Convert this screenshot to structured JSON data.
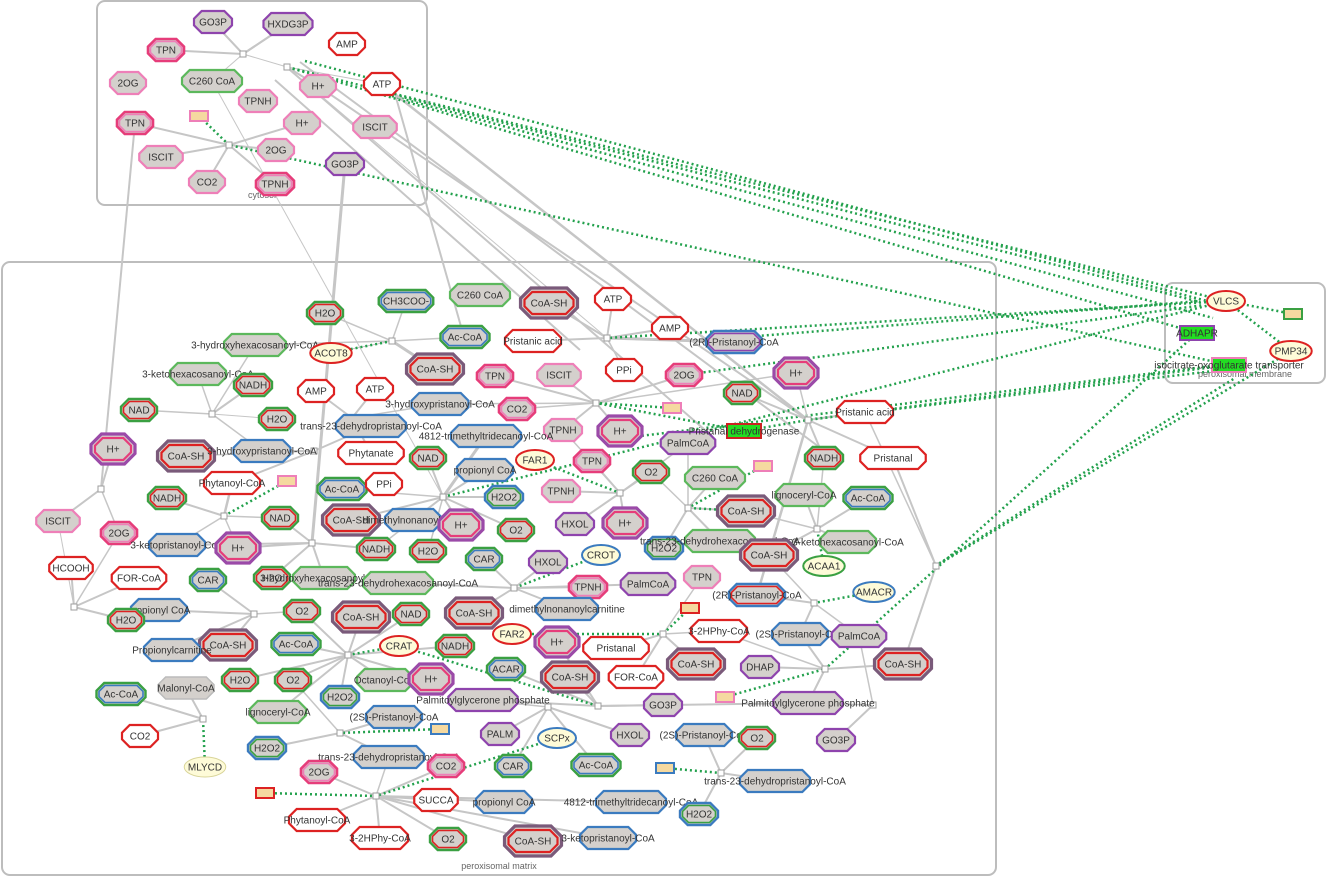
{
  "compartments": [
    {
      "id": "cytosol",
      "label": "cytosol"
    },
    {
      "id": "matrix",
      "label": "peroxisomal matrix"
    },
    {
      "id": "membrane",
      "label": "peroxisomal membrane"
    }
  ],
  "nodes": [
    {
      "id": "c1",
      "label": "GO3P",
      "cls": "pur"
    },
    {
      "id": "c2",
      "label": "HXDG3P",
      "cls": "pur"
    },
    {
      "id": "c3",
      "label": "TPN",
      "cls": "pinkred"
    },
    {
      "id": "c4",
      "label": "AMP",
      "cls": "red"
    },
    {
      "id": "c5",
      "label": "2OG",
      "cls": "pink"
    },
    {
      "id": "c6",
      "label": "C260 CoA",
      "cls": "green"
    },
    {
      "id": "c7",
      "label": "H+",
      "cls": "pink"
    },
    {
      "id": "c8",
      "label": "ATP",
      "cls": "red"
    },
    {
      "id": "c9",
      "label": "TPNH",
      "cls": "pink"
    },
    {
      "id": "c10",
      "label": "TPN",
      "cls": "pinkred"
    },
    {
      "id": "c11",
      "label": "H+",
      "cls": "pink"
    },
    {
      "id": "c12",
      "label": "ISCIT",
      "cls": "pink"
    },
    {
      "id": "c13",
      "label": "2OG",
      "cls": "pink"
    },
    {
      "id": "c14",
      "label": "ISCIT",
      "cls": "pink"
    },
    {
      "id": "c15",
      "label": "CO2",
      "cls": "pink"
    },
    {
      "id": "c16",
      "label": "TPNH",
      "cls": "pinkred"
    },
    {
      "id": "c17",
      "label": "GO3P",
      "cls": "pur"
    },
    {
      "id": "m1",
      "label": "H2O",
      "cls": "greenred"
    },
    {
      "id": "m2",
      "label": "CH3COO-",
      "cls": "bluegreen"
    },
    {
      "id": "m3",
      "label": "C260 CoA",
      "cls": "green"
    },
    {
      "id": "m4",
      "label": "CoA-SH",
      "cls": "big"
    },
    {
      "id": "m5",
      "label": "ATP",
      "cls": "red"
    },
    {
      "id": "m6",
      "label": "Ac-CoA",
      "cls": "bluegreen"
    },
    {
      "id": "m7",
      "label": "AMP",
      "cls": "red"
    },
    {
      "id": "m8",
      "label": "Pristanic acid",
      "cls": "red"
    },
    {
      "id": "m9",
      "label": "(2R)-Pristanoyl-CoA",
      "cls": "bluepur"
    },
    {
      "id": "m10",
      "label": "3-hydroxyhexacosanoyl-CoA",
      "cls": "green"
    },
    {
      "id": "m11",
      "label": "CoA-SH",
      "cls": "big"
    },
    {
      "id": "m12",
      "label": "TPN",
      "cls": "pinkred"
    },
    {
      "id": "m13",
      "label": "ISCIT",
      "cls": "pink"
    },
    {
      "id": "m14",
      "label": "2OG",
      "cls": "pinkred"
    },
    {
      "id": "m15",
      "label": "H+",
      "cls": "bigpink"
    },
    {
      "id": "m16",
      "label": "PPi",
      "cls": "red"
    },
    {
      "id": "m17",
      "label": "3-ketohexacosanoyl-CoA",
      "cls": "green"
    },
    {
      "id": "m18",
      "label": "NADH",
      "cls": "greenred"
    },
    {
      "id": "m19",
      "label": "AMP",
      "cls": "red"
    },
    {
      "id": "m20",
      "label": "ATP",
      "cls": "red"
    },
    {
      "id": "m21",
      "label": "3-hydroxypristanoyl-CoA",
      "cls": "blue"
    },
    {
      "id": "m22",
      "label": "CO2",
      "cls": "pinkred"
    },
    {
      "id": "m23",
      "label": "NAD",
      "cls": "greenred"
    },
    {
      "id": "m24",
      "label": "Pristanic acid",
      "cls": "red"
    },
    {
      "id": "m25",
      "label": "NAD",
      "cls": "greenred"
    },
    {
      "id": "m26",
      "label": "H2O",
      "cls": "greenred"
    },
    {
      "id": "m27",
      "label": "trans-23-dehydropristanoyl-CoA",
      "cls": "blue"
    },
    {
      "id": "m28",
      "label": "TPNH",
      "cls": "pink"
    },
    {
      "id": "m29",
      "label": "H+",
      "cls": "bigpink"
    },
    {
      "id": "m30",
      "label": "4812-trimethyltridecanoyl-CoA",
      "cls": "blue"
    },
    {
      "id": "m31",
      "label": "PalmCoA",
      "cls": "pur"
    },
    {
      "id": "m32",
      "label": "H+",
      "cls": "bigpink"
    },
    {
      "id": "m33",
      "label": "CoA-SH",
      "cls": "big"
    },
    {
      "id": "m34",
      "label": "3-hydroxypristanoyl-CoA",
      "cls": "blue"
    },
    {
      "id": "m35",
      "label": "Phytanate",
      "cls": "red"
    },
    {
      "id": "m36",
      "label": "NAD",
      "cls": "greenred"
    },
    {
      "id": "m37",
      "label": "propionyl CoA",
      "cls": "blue"
    },
    {
      "id": "m38",
      "label": "TPN",
      "cls": "pinkred"
    },
    {
      "id": "m39",
      "label": "O2",
      "cls": "greenred"
    },
    {
      "id": "m40",
      "label": "NADH",
      "cls": "greenred"
    },
    {
      "id": "m41",
      "label": "Pristanal",
      "cls": "red"
    },
    {
      "id": "m42",
      "label": "Phytanoyl-CoA",
      "cls": "red"
    },
    {
      "id": "m43",
      "label": "Ac-CoA",
      "cls": "bluegreen"
    },
    {
      "id": "m44",
      "label": "PPi",
      "cls": "red"
    },
    {
      "id": "m45",
      "label": "H2O2",
      "cls": "greenblue"
    },
    {
      "id": "m46",
      "label": "TPNH",
      "cls": "pink"
    },
    {
      "id": "m47",
      "label": "C260 CoA",
      "cls": "green"
    },
    {
      "id": "m48",
      "label": "Ac-CoA",
      "cls": "bluegreen"
    },
    {
      "id": "m49",
      "label": "ISCIT",
      "cls": "pink"
    },
    {
      "id": "m50",
      "label": "NADH",
      "cls": "greenred"
    },
    {
      "id": "m51",
      "label": "NAD",
      "cls": "greenred"
    },
    {
      "id": "m52",
      "label": "CoA-SH",
      "cls": "big"
    },
    {
      "id": "m53",
      "label": "dimethylnonanoyl-CoA",
      "cls": "blue"
    },
    {
      "id": "m54",
      "label": "H+",
      "cls": "bigpink"
    },
    {
      "id": "m55",
      "label": "O2",
      "cls": "greenred"
    },
    {
      "id": "m56",
      "label": "HXOL",
      "cls": "pur"
    },
    {
      "id": "m57",
      "label": "H+",
      "cls": "bigpink"
    },
    {
      "id": "m58",
      "label": "CoA-SH",
      "cls": "big"
    },
    {
      "id": "m59",
      "label": "lignoceryl-CoA",
      "cls": "green"
    },
    {
      "id": "m60",
      "label": "2OG",
      "cls": "pinkred"
    },
    {
      "id": "m61",
      "label": "3-ketopristanoyl-CoA",
      "cls": "blue"
    },
    {
      "id": "m62",
      "label": "H+",
      "cls": "bigpink"
    },
    {
      "id": "m63",
      "label": "NADH",
      "cls": "greenred"
    },
    {
      "id": "m64",
      "label": "H2O",
      "cls": "greenred"
    },
    {
      "id": "m65",
      "label": "CAR",
      "cls": "bluegreen"
    },
    {
      "id": "m66",
      "label": "H2O2",
      "cls": "greenblue"
    },
    {
      "id": "m67",
      "label": "trans-23-dehydrohexacosanoyl-CoA",
      "cls": "green"
    },
    {
      "id": "m68",
      "label": "CoA-SH",
      "cls": "big"
    },
    {
      "id": "m69",
      "label": "3-ketohexacosanoyl-CoA",
      "cls": "green"
    },
    {
      "id": "m70",
      "label": "HCOOH",
      "cls": "red"
    },
    {
      "id": "m71",
      "label": "FOR-CoA",
      "cls": "red"
    },
    {
      "id": "m72",
      "label": "CAR",
      "cls": "bluegreen"
    },
    {
      "id": "m73",
      "label": "H2O",
      "cls": "greenred"
    },
    {
      "id": "m74",
      "label": "3-hydroxyhexacosanoyl-CoA",
      "cls": "green"
    },
    {
      "id": "m75",
      "label": "trans-23-dehydrohexacosanoyl-CoA",
      "cls": "green"
    },
    {
      "id": "m76",
      "label": "HXOL",
      "cls": "pur"
    },
    {
      "id": "m77",
      "label": "TPNH",
      "cls": "pinkred"
    },
    {
      "id": "m78",
      "label": "PalmCoA",
      "cls": "pur"
    },
    {
      "id": "m79",
      "label": "TPN",
      "cls": "pink"
    },
    {
      "id": "m80",
      "label": "propionyl CoA",
      "cls": "blue"
    },
    {
      "id": "m81",
      "label": "O2",
      "cls": "greenred"
    },
    {
      "id": "m82",
      "label": "CoA-SH",
      "cls": "big"
    },
    {
      "id": "m83",
      "label": "NAD",
      "cls": "greenred"
    },
    {
      "id": "m84",
      "label": "CoA-SH",
      "cls": "big"
    },
    {
      "id": "m85",
      "label": "dimethylnonanoylcarnitine",
      "cls": "blue"
    },
    {
      "id": "m86",
      "label": "(2R)-Pristanoyl-CoA",
      "cls": "bluered"
    },
    {
      "id": "m87",
      "label": "H2O",
      "cls": "greenred"
    },
    {
      "id": "m88",
      "label": "3-2HPhy-CoA",
      "cls": "red"
    },
    {
      "id": "m89",
      "label": "(2S)-Pristanoyl-CoA",
      "cls": "blue"
    },
    {
      "id": "m90",
      "label": "PalmCoA",
      "cls": "pur"
    },
    {
      "id": "m91",
      "label": "CoA-SH",
      "cls": "big"
    },
    {
      "id": "m92",
      "label": "Propionylcarnitine",
      "cls": "blue"
    },
    {
      "id": "m93",
      "label": "Ac-CoA",
      "cls": "bluegreen"
    },
    {
      "id": "m94",
      "label": "NADH",
      "cls": "greenred"
    },
    {
      "id": "m95",
      "label": "H+",
      "cls": "bigpink"
    },
    {
      "id": "m96",
      "label": "Pristanal",
      "cls": "red"
    },
    {
      "id": "m97",
      "label": "CoA-SH",
      "cls": "big"
    },
    {
      "id": "m98",
      "label": "DHAP",
      "cls": "pur"
    },
    {
      "id": "m99",
      "label": "CoA-SH",
      "cls": "big"
    },
    {
      "id": "m100",
      "label": "ACAR",
      "cls": "bluegreen"
    },
    {
      "id": "m101",
      "label": "FOR-CoA",
      "cls": "red"
    },
    {
      "id": "m102",
      "label": "H2O",
      "cls": "greenred"
    },
    {
      "id": "m103",
      "label": "O2",
      "cls": "greenred"
    },
    {
      "id": "m104",
      "label": "Octanoyl-CoA",
      "cls": "green"
    },
    {
      "id": "m105",
      "label": "H+",
      "cls": "bigpink"
    },
    {
      "id": "m106",
      "label": "CoA-SH",
      "cls": "big"
    },
    {
      "id": "m107",
      "label": "Ac-CoA",
      "cls": "bluegreen"
    },
    {
      "id": "m108",
      "label": "Malonyl-CoA",
      "cls": "gray"
    },
    {
      "id": "m109",
      "label": "H2O2",
      "cls": "greenblue"
    },
    {
      "id": "m110",
      "label": "lignoceryl-CoA",
      "cls": "green"
    },
    {
      "id": "m111",
      "label": "Palmitoylglycerone phosphate",
      "cls": "pur"
    },
    {
      "id": "m112",
      "label": "GO3P",
      "cls": "pur"
    },
    {
      "id": "m113",
      "label": "Palmitoylglycerone phosphate",
      "cls": "pur"
    },
    {
      "id": "m114",
      "label": "(2S)-Pristanoyl-CoA",
      "cls": "blue"
    },
    {
      "id": "m115",
      "label": "CO2",
      "cls": "red"
    },
    {
      "id": "m116",
      "label": "PALM",
      "cls": "pur"
    },
    {
      "id": "m117",
      "label": "HXOL",
      "cls": "pur"
    },
    {
      "id": "m118",
      "label": "(2S)-Pristanoyl-CoA",
      "cls": "blue"
    },
    {
      "id": "m119",
      "label": "O2",
      "cls": "greenred"
    },
    {
      "id": "m120",
      "label": "GO3P",
      "cls": "pur"
    },
    {
      "id": "m121",
      "label": "H2O2",
      "cls": "greenblue"
    },
    {
      "id": "m122",
      "label": "trans-23-dehydropristanoyl-CoA",
      "cls": "blue"
    },
    {
      "id": "m123",
      "label": "CAR",
      "cls": "bluegreen"
    },
    {
      "id": "m124",
      "label": "Ac-CoA",
      "cls": "bluegreen"
    },
    {
      "id": "m125",
      "label": "trans-23-dehydropristanoyl-CoA",
      "cls": "blue"
    },
    {
      "id": "m126",
      "label": "2OG",
      "cls": "pinkred"
    },
    {
      "id": "m127",
      "label": "CO2",
      "cls": "pinkred"
    },
    {
      "id": "m128",
      "label": "SUCCA",
      "cls": "red"
    },
    {
      "id": "m129",
      "label": "propionyl CoA",
      "cls": "blue"
    },
    {
      "id": "m130",
      "label": "4812-trimethyltridecanoyl-CoA",
      "cls": "blue"
    },
    {
      "id": "m131",
      "label": "H2O2",
      "cls": "greenblue"
    },
    {
      "id": "m132",
      "label": "Phytanoyl-CoA",
      "cls": "red"
    },
    {
      "id": "m133",
      "label": "3-2HPhy-CoA",
      "cls": "red"
    },
    {
      "id": "m134",
      "label": "O2",
      "cls": "greenred"
    },
    {
      "id": "m135",
      "label": "CoA-SH",
      "cls": "big"
    },
    {
      "id": "m136",
      "label": "3-ketopristanoyl-CoA",
      "cls": "blue"
    },
    {
      "id": "m137",
      "label": "H+",
      "cls": "bigpink"
    },
    {
      "id": "m138",
      "label": "CoA-SH",
      "cls": "big"
    },
    {
      "id": "m139",
      "label": "ISCIT",
      "cls": "pink"
    },
    {
      "id": "m140",
      "label": "2OG",
      "cls": "pinkred"
    },
    {
      "id": "m141",
      "label": "CoA-SH",
      "cls": "big"
    },
    {
      "id": "m142",
      "label": "NAD",
      "cls": "greenred"
    },
    {
      "id": "m143",
      "label": "H+",
      "cls": "bigpink"
    },
    {
      "id": "m144",
      "label": "CO2",
      "cls": "pinkred"
    },
    {
      "id": "e1",
      "label": "ACOT8",
      "cls": "enz"
    },
    {
      "id": "e2",
      "label": "FAR1",
      "cls": "enz"
    },
    {
      "id": "e3",
      "label": "CROT",
      "cls": "enzblue"
    },
    {
      "id": "e4",
      "label": "FAR2",
      "cls": "enz"
    },
    {
      "id": "e5",
      "label": "CRAT",
      "cls": "enz"
    },
    {
      "id": "e6",
      "label": "ACAA1",
      "cls": "enzgreen"
    },
    {
      "id": "e7",
      "label": "AMACR",
      "cls": "enzblue"
    },
    {
      "id": "e8",
      "label": "SCPx",
      "cls": "enzblue"
    },
    {
      "id": "e9",
      "label": "MLYCD",
      "cls": "enzplain"
    },
    {
      "id": "e10",
      "label": "Pristanal dehydrogenase",
      "cls": "enzrect"
    },
    {
      "id": "p1",
      "label": "VLCS",
      "cls": "enz"
    },
    {
      "id": "p2",
      "label": "ADHAPR",
      "cls": "enzrect2"
    },
    {
      "id": "p3",
      "label": "isocitrate-oxoglutarate transporter",
      "cls": "enzrect3"
    },
    {
      "id": "p4",
      "label": "PMP34",
      "cls": "enz"
    }
  ]
}
